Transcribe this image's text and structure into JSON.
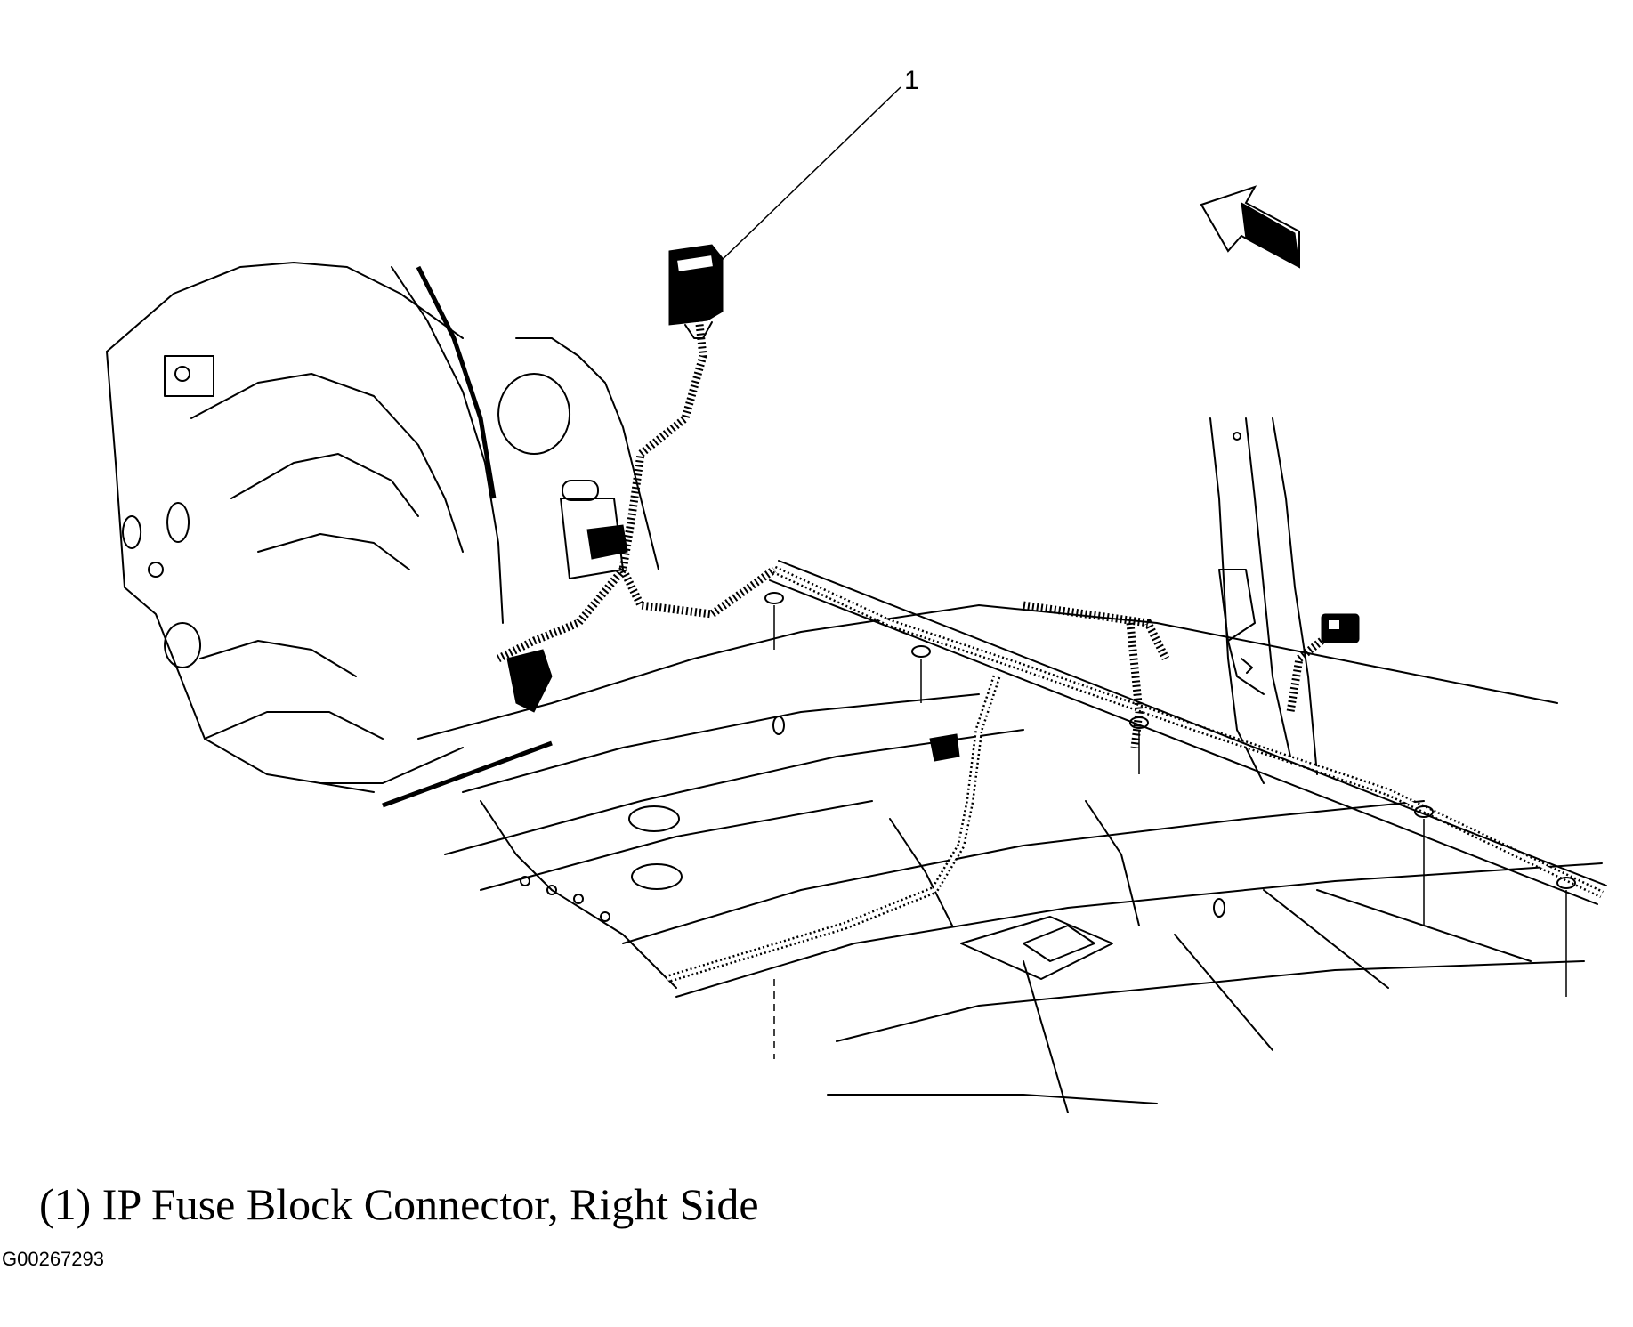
{
  "callout": {
    "number": "1"
  },
  "caption": {
    "text": "(1) IP Fuse Block Connector, Right Side"
  },
  "figure_id": "G00267293",
  "colors": {
    "line": "#000000",
    "background": "#ffffff"
  }
}
